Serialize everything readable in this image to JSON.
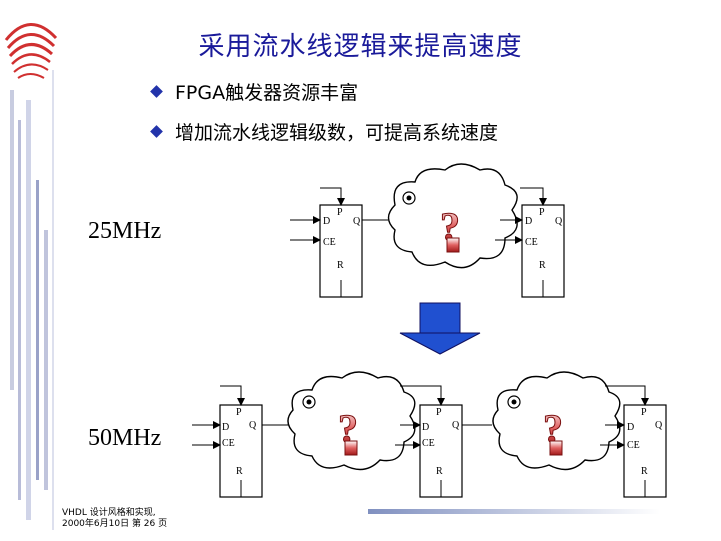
{
  "slide": {
    "title": "采用流水线逻辑来提高速度",
    "bullets": [
      "FPGA触发器资源丰富",
      "增加流水线逻辑级数，可提高系统速度"
    ]
  },
  "diagram": {
    "top_label": "25MHz",
    "bottom_label": "50MHz",
    "flipflop_pins": {
      "p": "P",
      "d": "D",
      "q": "Q",
      "ce": "CE",
      "r": "R"
    },
    "logic_symbol": "?"
  },
  "footer": {
    "line1": "VHDL 设计风格和实现,",
    "line2": "2000年6月10日  第 26 页"
  },
  "colors": {
    "title": "#1a1a9a",
    "bullet": "#2233aa",
    "arrow_fill": "#2050d0",
    "question_fill": "#c03030",
    "logo_red": "#d03030"
  }
}
